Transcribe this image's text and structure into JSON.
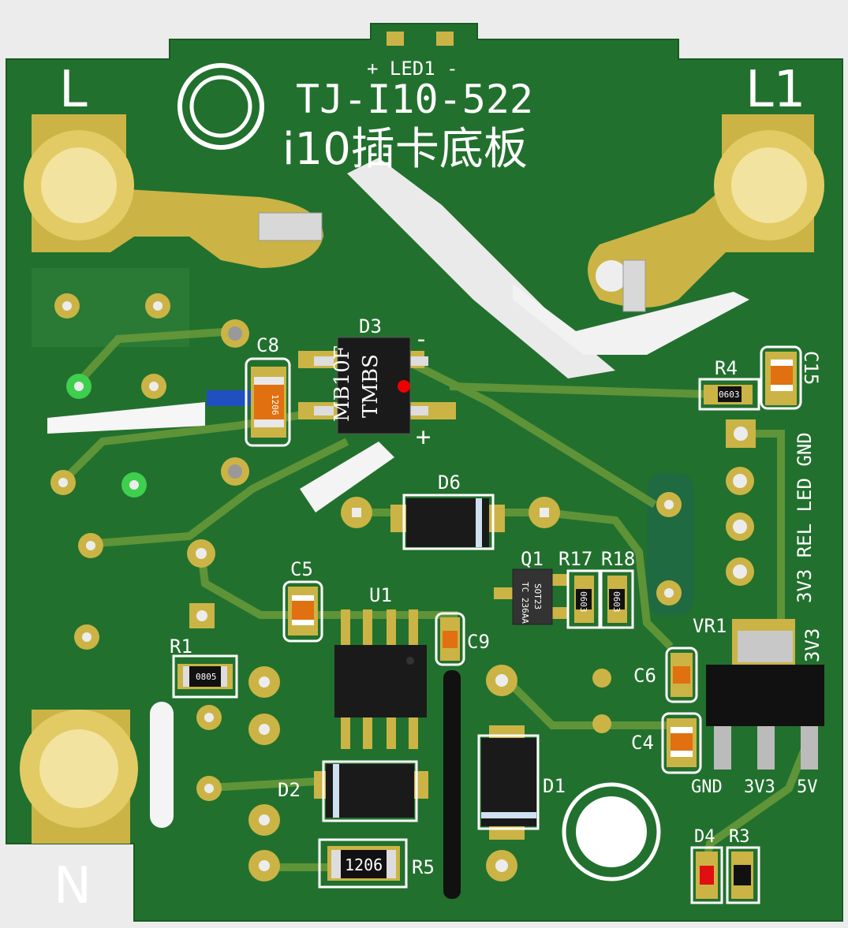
{
  "board": {
    "title": "TJ-I10-522",
    "subtitle": "i10插卡底板",
    "colors": {
      "board": "#22702e",
      "pad": "#cbb445",
      "silk": "#ffffff",
      "background": "#ececec"
    }
  },
  "terminals": {
    "live_in": "L",
    "live_out": "L1",
    "neutral": "N"
  },
  "led_label": "+ LED1 -",
  "components": {
    "d3": {
      "ref": "D3",
      "mark1": "MB10F",
      "mark2": "TMBS",
      "minus": "-",
      "plus": "+"
    },
    "c8": {
      "ref": "C8",
      "mark": "1206"
    },
    "d6": {
      "ref": "D6"
    },
    "q1": {
      "ref": "Q1",
      "mark1": "SOT23",
      "mark2": "TC 236AA"
    },
    "r17": {
      "ref": "R17",
      "mark": "0603"
    },
    "r18": {
      "ref": "R18",
      "mark": "0603"
    },
    "r4": {
      "ref": "R4",
      "mark": "0603"
    },
    "c15": {
      "ref": "C15"
    },
    "vr1": {
      "ref": "VR1"
    },
    "c5": {
      "ref": "C5"
    },
    "u1": {
      "ref": "U1"
    },
    "c9": {
      "ref": "C9"
    },
    "c6": {
      "ref": "C6"
    },
    "c4": {
      "ref": "C4"
    },
    "r1": {
      "ref": "R1",
      "mark": "0805"
    },
    "d2": {
      "ref": "D2"
    },
    "d1": {
      "ref": "D1"
    },
    "r5": {
      "ref": "R5",
      "mark": "1206"
    },
    "d4": {
      "ref": "D4"
    },
    "r3": {
      "ref": "R3"
    }
  },
  "header_pins": {
    "label": "3V3 REL LED GND"
  },
  "regulator_pins": {
    "tab": "3V3",
    "pin1": "GND",
    "pin2": "3V3",
    "pin3": "5V"
  }
}
